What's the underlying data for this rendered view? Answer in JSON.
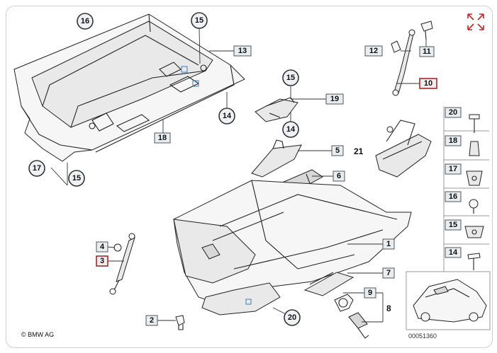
{
  "copyright": "© BMW AG",
  "diagram_id": "00051360",
  "labels": {
    "c16": "16",
    "c15a": "15",
    "b13": "13",
    "c14a": "14",
    "b18": "18",
    "c17": "17",
    "c15b": "15",
    "c15c": "15",
    "b19": "19",
    "c14b": "14",
    "b12": "12",
    "b11": "11",
    "b10": "10",
    "b5": "5",
    "t21": "21",
    "b6": "6",
    "b4": "4",
    "b3": "3",
    "b1": "1",
    "b7": "7",
    "b9": "9",
    "t8": "8",
    "b2": "2",
    "c20": "20",
    "p20": "20",
    "p18": "18",
    "p17": "17",
    "p16": "16",
    "p15": "15",
    "p14": "14"
  },
  "colors": {
    "accent_red": "#a52a2a",
    "expand_icon": "#c0262d"
  },
  "icons": {
    "expand": "expand-arrows-icon"
  }
}
